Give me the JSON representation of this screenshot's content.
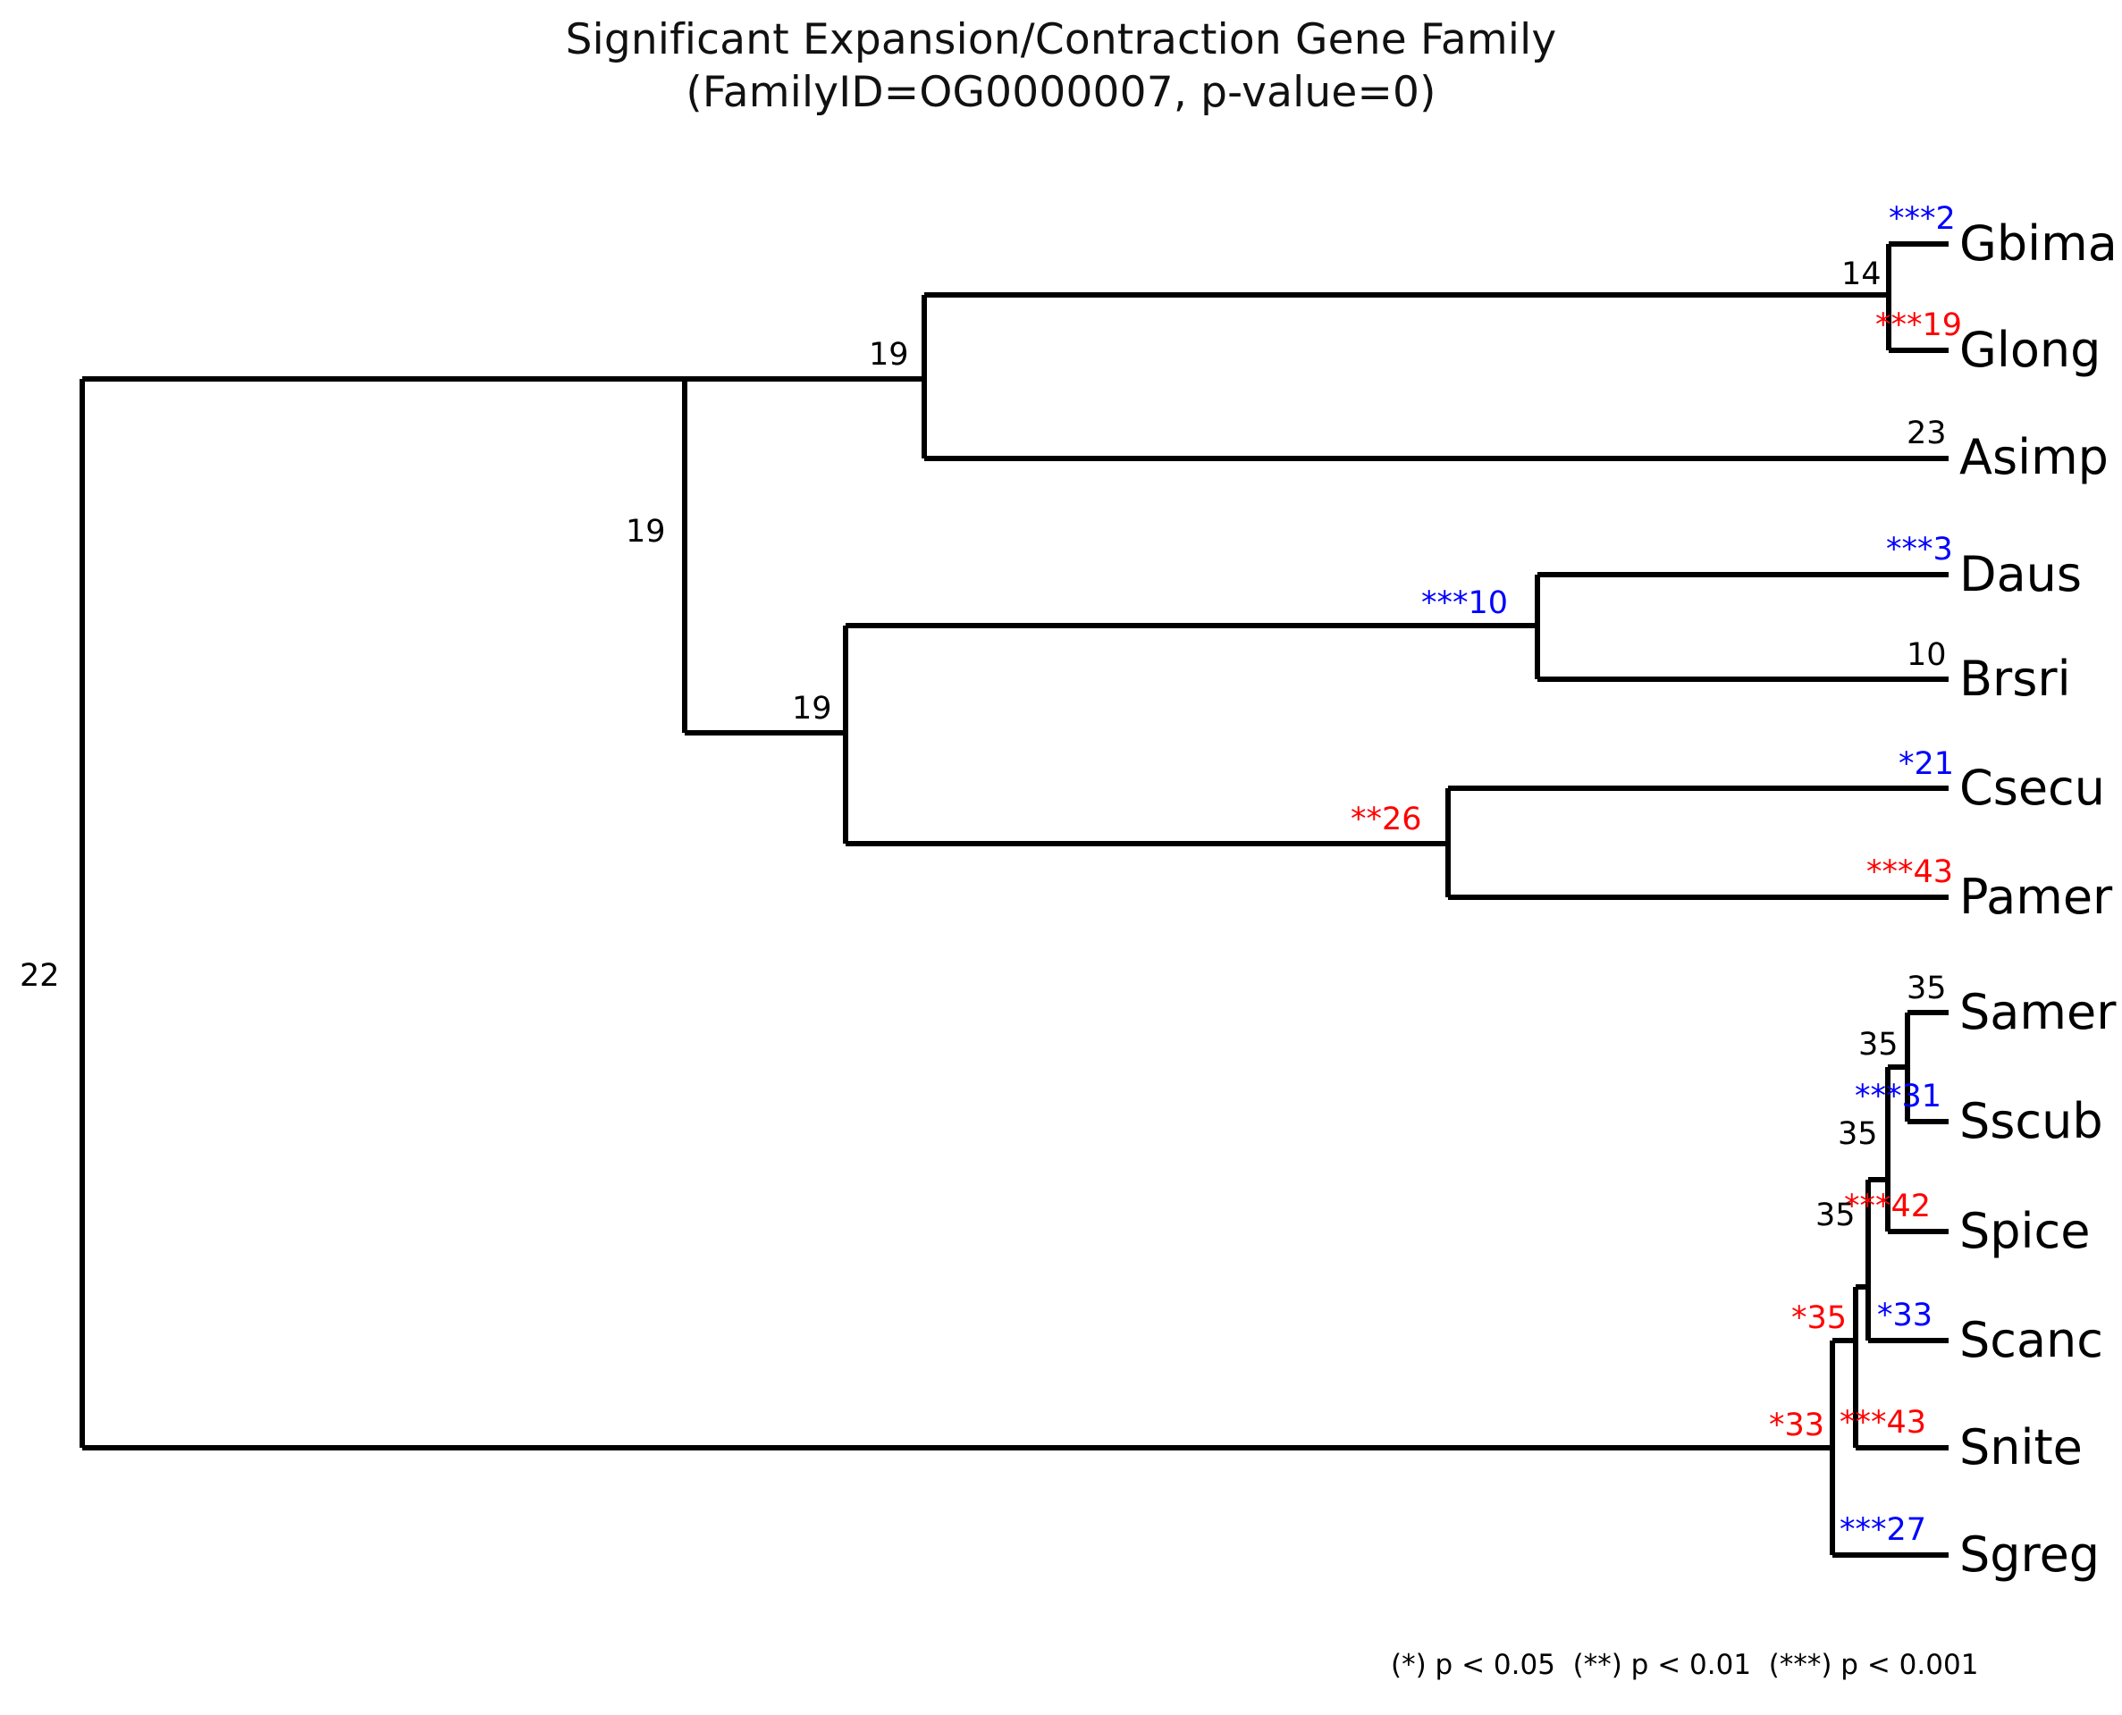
{
  "title": {
    "line1": "Significant Expansion/Contraction Gene Family",
    "line2": "(FamilyID=OG0000007, p-value=0)"
  },
  "legend": {
    "note": "(*) p < 0.05  (**) p < 0.01  (***) p < 0.001"
  },
  "colors": {
    "expansion": "#ff0000",
    "contraction": "#0000ff",
    "neutral": "#000000",
    "branch": "#000000",
    "background": "#ffffff"
  },
  "chart_data": {
    "type": "tree",
    "title": "Significant Expansion/Contraction Gene Family",
    "subtitle": "(FamilyID=OG0000007, p-value=0)",
    "family_id": "OG0000007",
    "p_value": "0",
    "leaves": [
      {
        "name": "Gbima",
        "count": "2",
        "stars": "***",
        "color": "#0000ff",
        "label": "***2"
      },
      {
        "name": "Glong",
        "count": "19",
        "stars": "***",
        "color": "#ff0000",
        "label": "***19"
      },
      {
        "name": "Asimp",
        "count": "23",
        "stars": "",
        "color": "#000000",
        "label": "23"
      },
      {
        "name": "Daus",
        "count": "3",
        "stars": "***",
        "color": "#0000ff",
        "label": "***3"
      },
      {
        "name": "Brsri",
        "count": "10",
        "stars": "",
        "color": "#000000",
        "label": "10"
      },
      {
        "name": "Csecu",
        "count": "21",
        "stars": "*",
        "color": "#0000ff",
        "label": "*21"
      },
      {
        "name": "Pamer",
        "count": "43",
        "stars": "***",
        "color": "#ff0000",
        "label": "***43"
      },
      {
        "name": "Samer",
        "count": "35",
        "stars": "",
        "color": "#000000",
        "label": "35"
      },
      {
        "name": "Sscub",
        "count": "31",
        "stars": "***",
        "color": "#0000ff",
        "label": "***31"
      },
      {
        "name": "Spice",
        "count": "42",
        "stars": "***",
        "color": "#ff0000",
        "label": "***42"
      },
      {
        "name": "Scanc",
        "count": "33",
        "stars": "*",
        "color": "#0000ff",
        "label": "*33"
      },
      {
        "name": "Snite",
        "count": "43",
        "stars": "***",
        "color": "#ff0000",
        "label": "***43"
      },
      {
        "name": "Sgreg",
        "count": "27",
        "stars": "***",
        "color": "#0000ff",
        "label": "***27"
      }
    ],
    "internal_nodes": [
      {
        "id": "root",
        "count": "22",
        "stars": "",
        "color": "#000000",
        "label": "22"
      },
      {
        "id": "n-19-main",
        "count": "19",
        "stars": "",
        "color": "#000000",
        "label": "19"
      },
      {
        "id": "n-19-upper",
        "count": "19",
        "stars": "",
        "color": "#000000",
        "label": "19"
      },
      {
        "id": "n-14-gbima",
        "count": "14",
        "stars": "",
        "color": "#000000",
        "label": "14"
      },
      {
        "id": "n-19-lower",
        "count": "19",
        "stars": "",
        "color": "#000000",
        "label": "19"
      },
      {
        "id": "n-10-daus",
        "count": "10",
        "stars": "***",
        "color": "#0000ff",
        "label": "***10"
      },
      {
        "id": "n-26-csecu",
        "count": "26",
        "stars": "**",
        "color": "#ff0000",
        "label": "**26"
      },
      {
        "id": "n-35-samer",
        "count": "35",
        "stars": "",
        "color": "#000000",
        "label": "35"
      },
      {
        "id": "n-35-sscub",
        "count": "35",
        "stars": "",
        "color": "#000000",
        "label": "35"
      },
      {
        "id": "n-35-spice",
        "count": "35",
        "stars": "",
        "color": "#000000",
        "label": "35"
      },
      {
        "id": "n-35-scanc",
        "count": "35",
        "stars": "*",
        "color": "#ff0000",
        "label": "*35"
      },
      {
        "id": "n-33-snite",
        "count": "33",
        "stars": "*",
        "color": "#ff0000",
        "label": "*33"
      }
    ],
    "newick_structure": "(( (Gbima,Glong)14, Asimp)19, (((Daus,Brsri)10,(Csecu,Pamer)26)19, ((((Samer,Sscub)35,Spice)35,Scanc)35,(Snite,Sgreg)33)33 )19)22",
    "significance_key": [
      {
        "stars": "(*)",
        "threshold": "p < 0.05"
      },
      {
        "stars": "(**)",
        "threshold": "p < 0.01"
      },
      {
        "stars": "(***)",
        "threshold": "p < 0.001"
      }
    ]
  }
}
